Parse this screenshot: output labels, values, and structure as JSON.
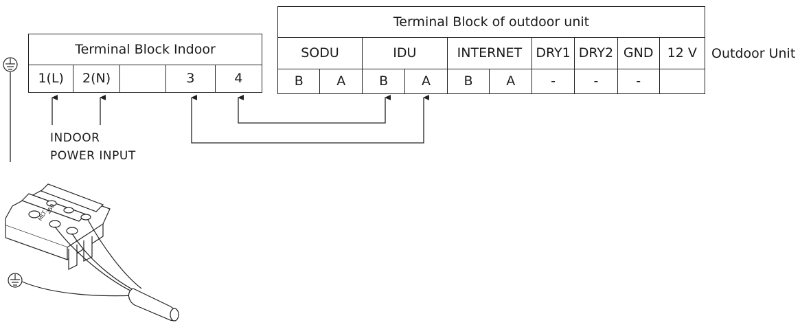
{
  "indoor_block": {
    "title": "Terminal Block Indoor",
    "terminals": [
      "1(L)",
      "2(N)",
      "",
      "3",
      "4"
    ]
  },
  "outdoor_block": {
    "title": "Terminal Block of outdoor unit",
    "groups": [
      "SODU",
      "IDU",
      "INTERNET",
      "DRY1",
      "DRY2",
      "GND",
      "12 V"
    ],
    "pins": [
      "B",
      "A",
      "B",
      "A",
      "B",
      "A",
      "-",
      "-",
      "-",
      ""
    ]
  },
  "outdoor_unit_label": "Outdoor Unit",
  "power_input_label": [
    "INDOOR",
    "POWER INPUT"
  ],
  "ground_symbol": "⏚",
  "icons": {
    "ground": "ground-icon",
    "terminal_block": "terminal-block-illustration"
  }
}
